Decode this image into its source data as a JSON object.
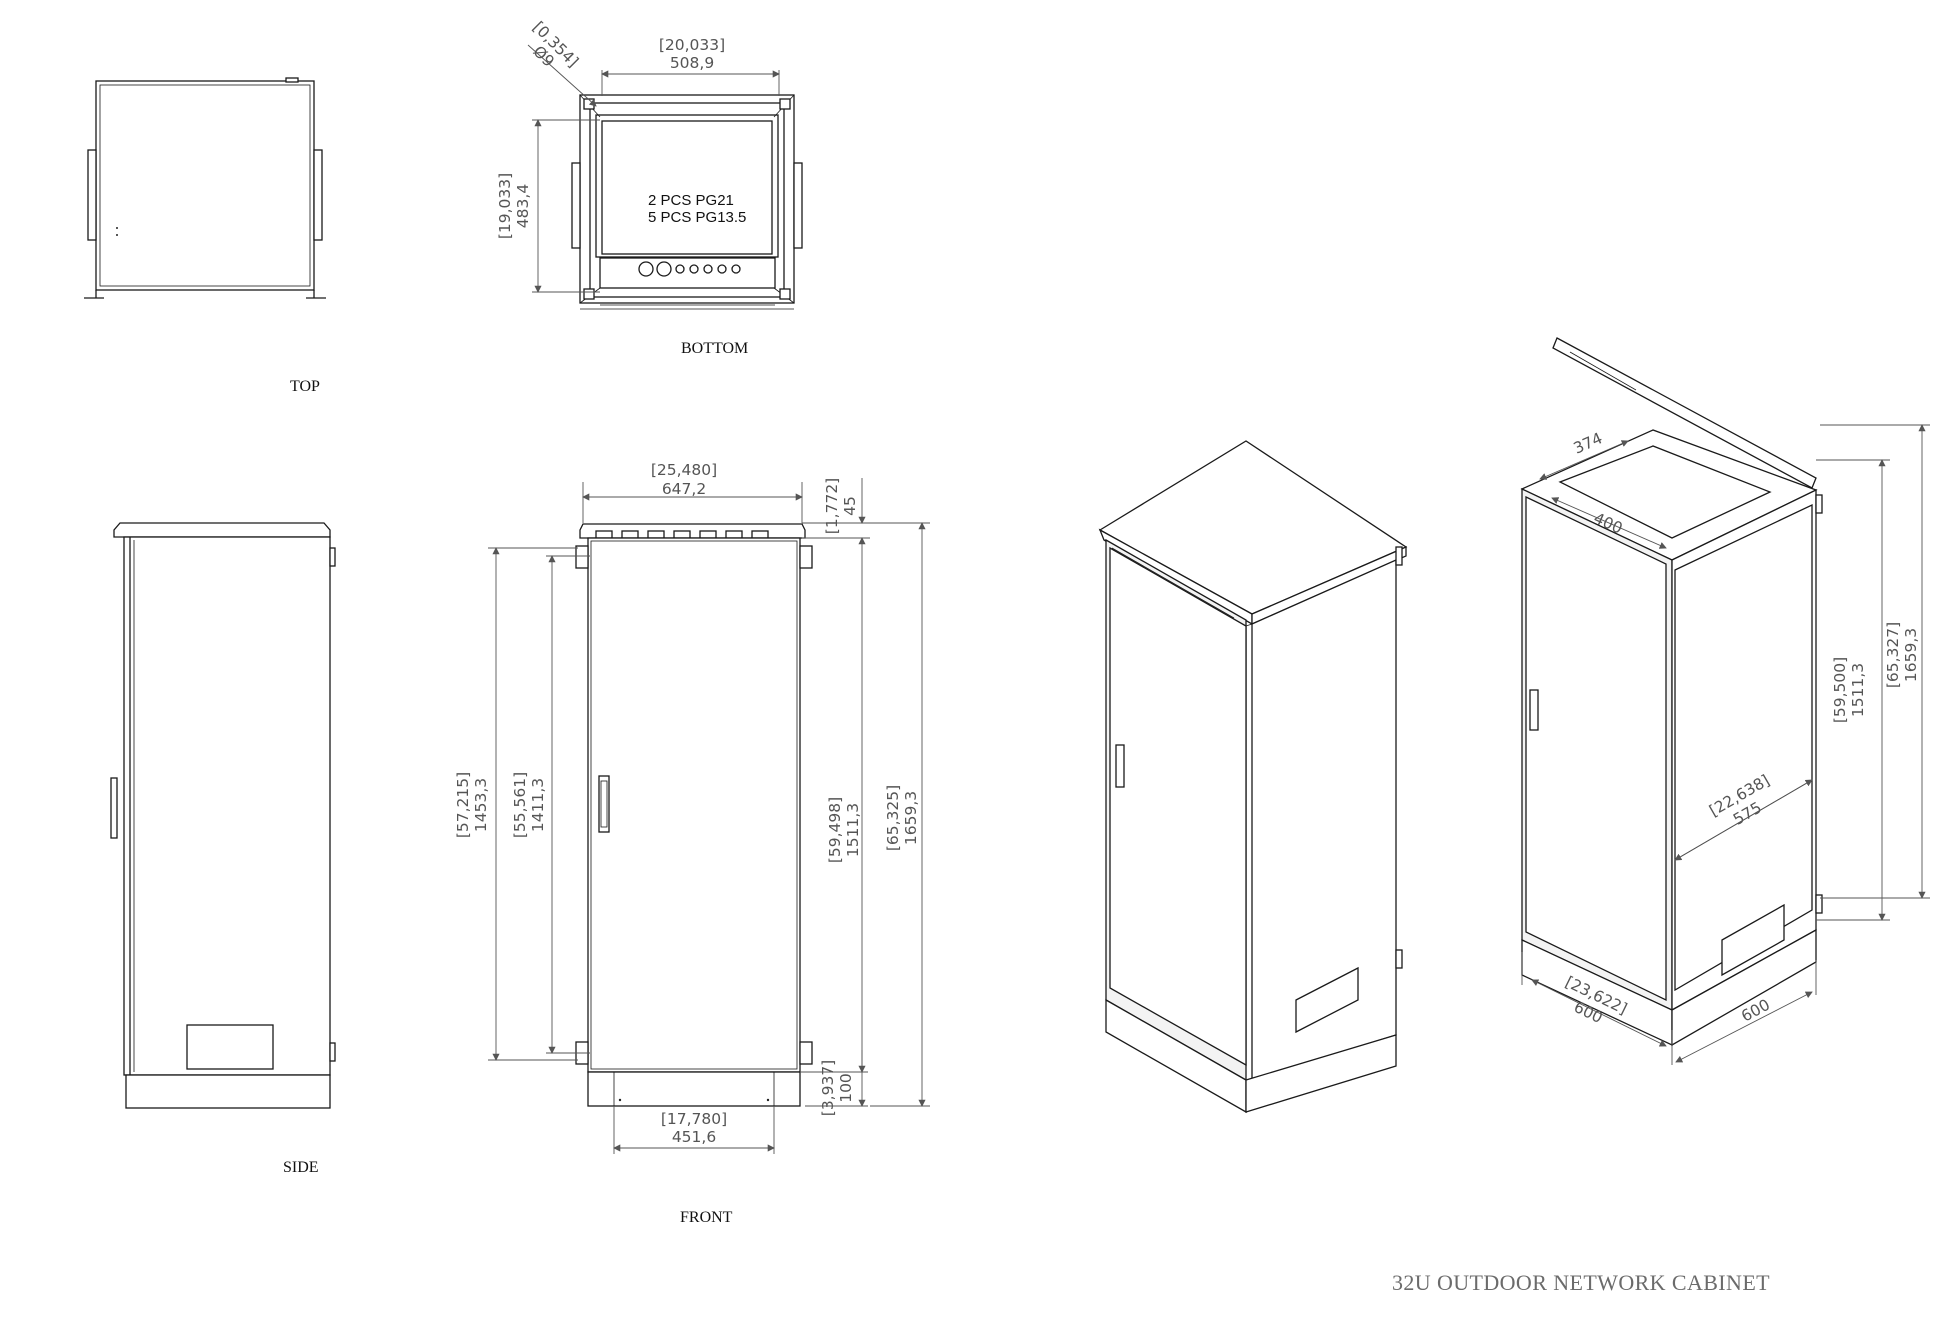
{
  "title": "32U OUTDOOR NETWORK CABINET",
  "views": {
    "top": "TOP",
    "bottom": "BOTTOM",
    "side": "SIDE",
    "front": "FRONT"
  },
  "bottom_view": {
    "note_line1": "2 PCS PG21",
    "note_line2": "5 PCS PG13.5",
    "hole_in": "[0,354]",
    "hole_mm": "Ø9",
    "width_in": "[20,033]",
    "width_mm": "508,9",
    "depth_in": "[19,033]",
    "depth_mm": "483,4"
  },
  "front_view": {
    "width_in": "[25,480]",
    "width_mm": "647,2",
    "roof_in": "[1,772]",
    "roof_mm": "45",
    "outer_h_in": "[57,215]",
    "outer_h_mm": "1453,3",
    "inner_h_in": "[55,561]",
    "inner_h_mm": "1411,3",
    "body_h_in": "[59,498]",
    "body_h_mm": "1511,3",
    "total_h_in": "[65,325]",
    "total_h_mm": "1659,3",
    "plinth_in": "[3,937]",
    "plinth_mm": "100",
    "plinth_w_in": "[17,780]",
    "plinth_w_mm": "451,6"
  },
  "iso_view": {
    "opening_a": "374",
    "opening_b": "400",
    "body_h_in": "[59,500]",
    "body_h_mm": "1511,3",
    "total_h_in": "[65,327]",
    "total_h_mm": "1659,3",
    "inner_w_in": "[22,638]",
    "inner_w_mm": "575",
    "depth_in": "[23,622]",
    "depth_mm": "600",
    "width_mm": "600"
  }
}
